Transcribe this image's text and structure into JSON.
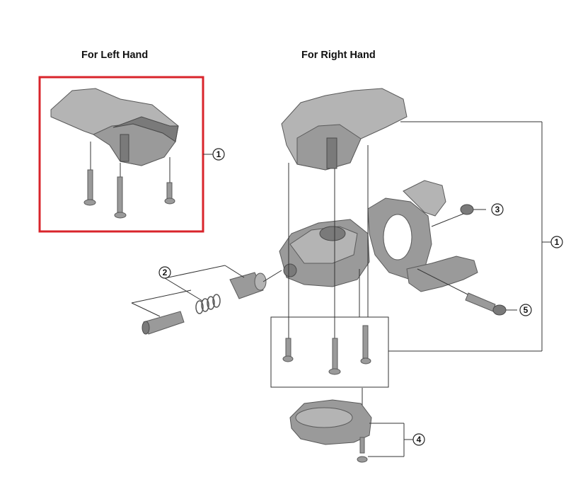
{
  "headers": {
    "left": "For Left Hand",
    "right": "For Right Hand"
  },
  "callouts": {
    "c1_left": "1",
    "c1_right": "1",
    "c2": "2",
    "c3": "3",
    "c4": "4",
    "c5": "5"
  },
  "colors": {
    "highlight_box": "#d9242b",
    "part_fill": "#9a9a9a",
    "line": "#333333"
  }
}
